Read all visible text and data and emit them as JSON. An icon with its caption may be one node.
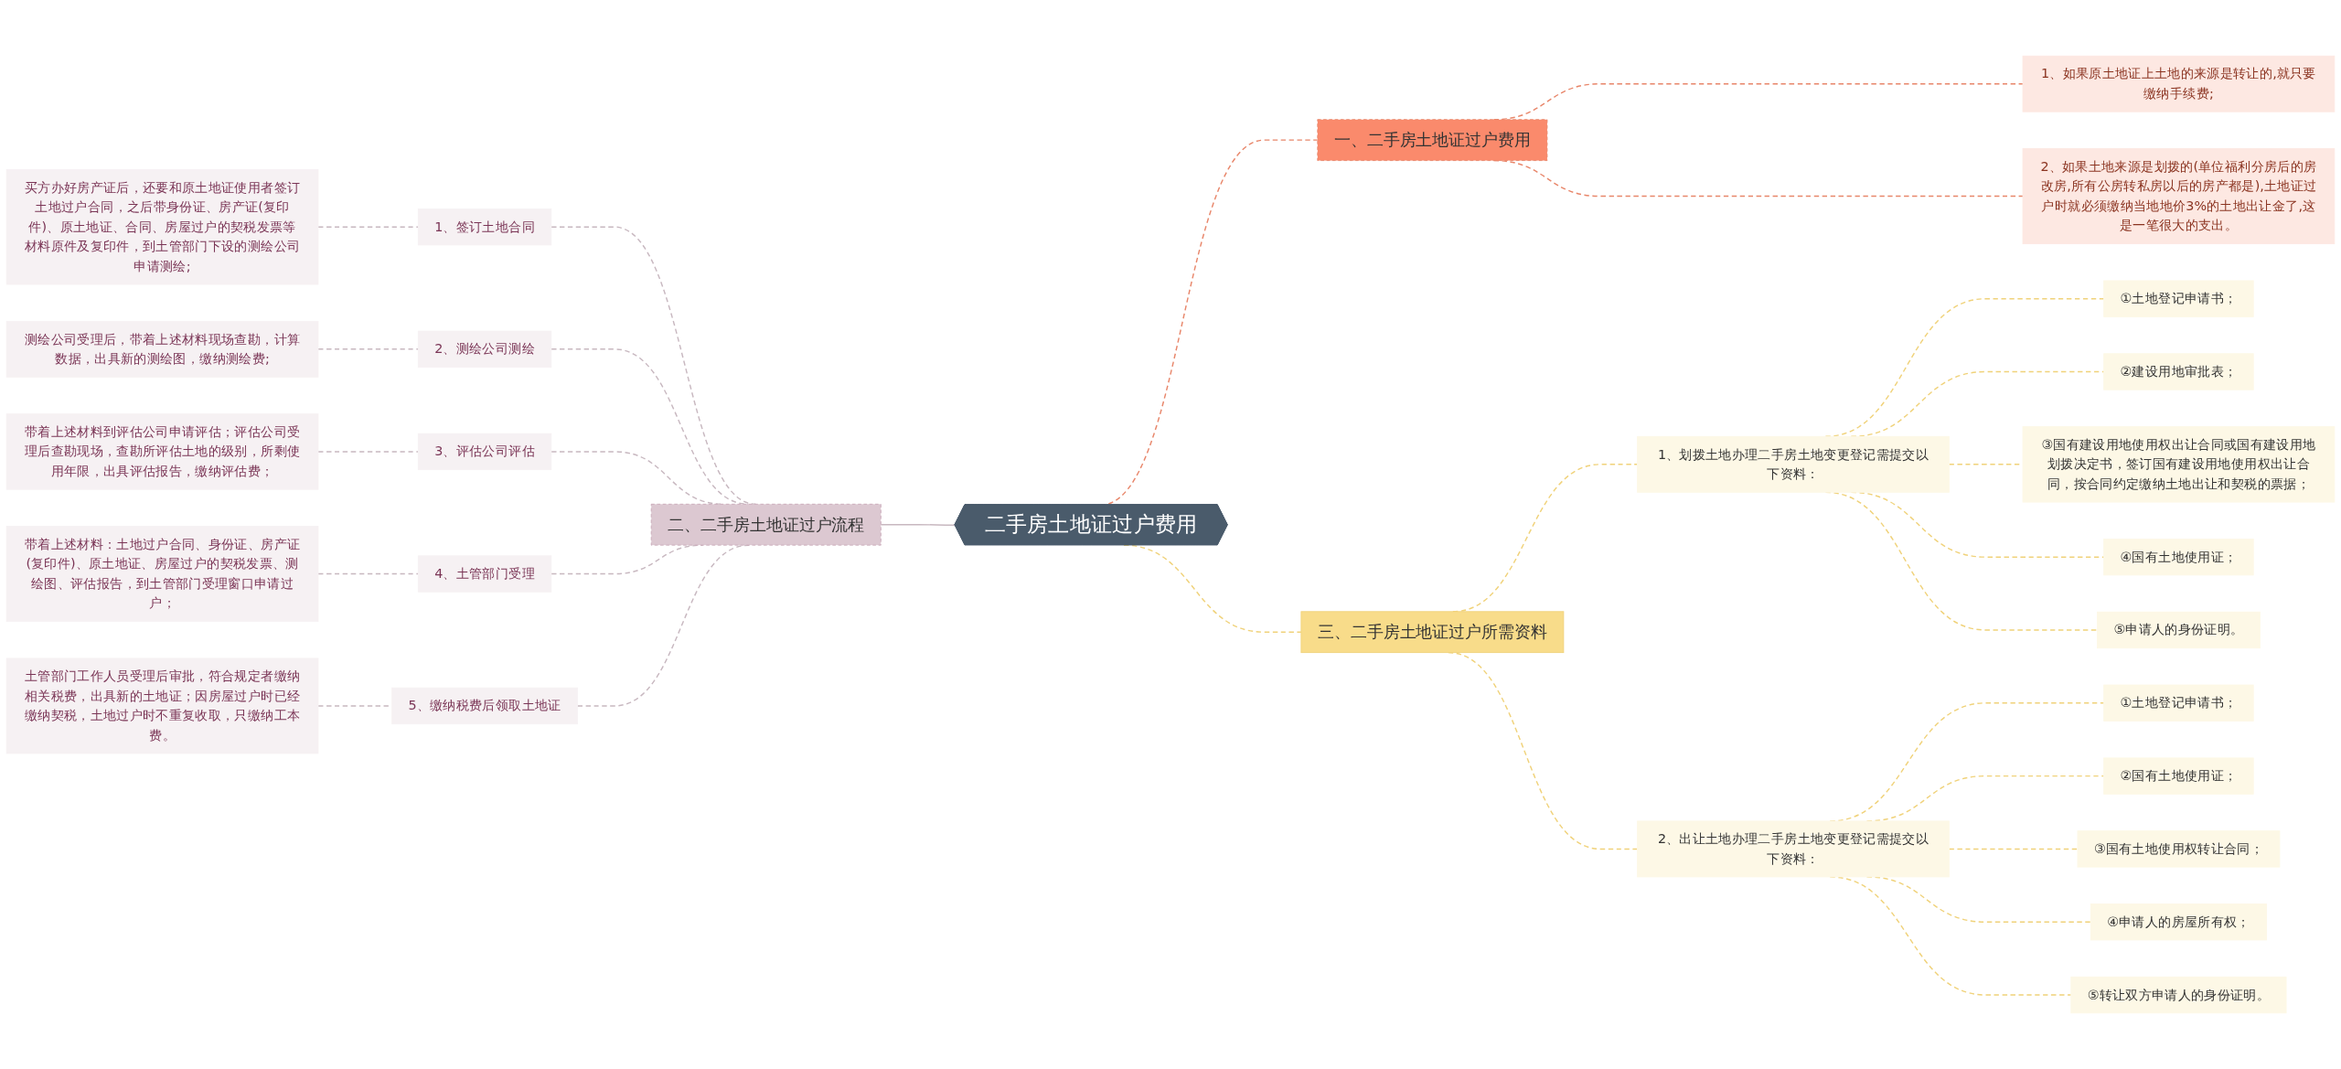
{
  "diagram": {
    "nodes": [
      {
        "text": [
          "二手房土地证过户费用"
        ]
      },
      {
        "text": [
          "一、二手房土地证过户费用"
        ]
      },
      {
        "text": [
          "1、如果原土地证上土地的来源是转让的,就只要缴纳手续费;"
        ]
      },
      {
        "text": [
          "2、如果土地来源是划拨的(单位福利分房后的房改房,所有公房转私房以后的房产都是),土地证过户时就必须缴纳当地地价3%的土地出让金了,这是一笔很大的支出。"
        ]
      },
      {
        "text": [
          "二、二手房土地证过户流程"
        ]
      },
      {
        "text": [
          "1、签订土地合同"
        ]
      },
      {
        "text": [
          "买方办好房产证后，还要和原土地证使用者签订土地过户合同，之后带身份证、房产证(复印件)、原土地证、合同、房屋过户的契税发票等材料原件及复印件，到土管部门下设的测绘公司申请测绘;"
        ]
      },
      {
        "text": [
          "2、测绘公司测绘"
        ]
      },
      {
        "text": [
          "测绘公司受理后，带着上述材料现场查勘，计算数据，出具新的测绘图，缴纳测绘费;"
        ]
      },
      {
        "text": [
          "3、评估公司评估"
        ]
      },
      {
        "text": [
          "带着上述材料到评估公司申请评估；评估公司受理后查勘现场，查勘所评估土地的级别，所剩使用年限，出具评估报告，缴纳评估费；"
        ]
      },
      {
        "text": [
          "4、土管部门受理"
        ]
      },
      {
        "text": [
          "带着上述材料：土地过户合同、身份证、房产证(复印件)、原土地证、房屋过户的契税发票、测绘图、评估报告，到土管部门受理窗口申请过户；"
        ]
      },
      {
        "text": [
          "5、缴纳税费后领取土地证"
        ]
      },
      {
        "text": [
          "土管部门工作人员受理后审批，符合规定者缴纳相关税费，出具新的土地证；因房屋过户时已经缴纳契税，土地过户时不重复收取，只缴纳工本费。"
        ]
      },
      {
        "text": [
          "三、二手房土地证过户所需资料"
        ]
      },
      {
        "text": [
          "1、划拨土地办理二手房土地变更登记需提交以下资料："
        ]
      },
      {
        "text": [
          "①土地登记申请书；"
        ]
      },
      {
        "text": [
          "②建设用地审批表；"
        ]
      },
      {
        "text": [
          "③国有建设用地使用权出让合同或国有建设用地划拨决定书，签订国有建设用地使用权出让合同，按合同约定缴纳土地出让和契税的票据；"
        ]
      },
      {
        "text": [
          "④国有土地使用证；"
        ]
      },
      {
        "text": [
          "⑤申请人的身份证明。"
        ]
      },
      {
        "text": [
          "2、出让土地办理二手房土地变更登记需提交以下资料："
        ]
      },
      {
        "text": [
          "①土地登记申请书；"
        ]
      },
      {
        "text": [
          "②国有土地使用证；"
        ]
      },
      {
        "text": [
          "③国有土地使用权转让合同；"
        ]
      },
      {
        "text": [
          "④申请人的房屋所有权；"
        ]
      },
      {
        "text": [
          "⑤转让双方申请人的身份证明。"
        ]
      }
    ],
    "edges": [
      {
        "from": 0,
        "to": 1,
        "arrow": "none",
        "style": "dashed",
        "color": "#e8866a"
      },
      {
        "from": 1,
        "to": 2,
        "arrow": "none",
        "style": "dashed",
        "color": "#e8866a"
      },
      {
        "from": 1,
        "to": 3,
        "arrow": "none",
        "style": "dashed",
        "color": "#e8866a"
      },
      {
        "from": 0,
        "to": 4,
        "arrow": "none",
        "color": "#c8b8c0"
      },
      {
        "from": 4,
        "to": 5,
        "arrow": "none",
        "style": "dashed",
        "color": "#c8b8c0"
      },
      {
        "from": 5,
        "to": 6,
        "arrow": "none",
        "style": "dashed",
        "color": "#c8b8c0"
      },
      {
        "from": 4,
        "to": 7,
        "arrow": "none",
        "style": "dashed",
        "color": "#c8b8c0"
      },
      {
        "from": 7,
        "to": 8,
        "arrow": "none",
        "style": "dashed",
        "color": "#c8b8c0"
      },
      {
        "from": 4,
        "to": 9,
        "arrow": "none",
        "style": "dashed",
        "color": "#c8b8c0"
      },
      {
        "from": 9,
        "to": 10,
        "arrow": "none",
        "style": "dashed",
        "color": "#c8b8c0"
      },
      {
        "from": 4,
        "to": 11,
        "arrow": "none",
        "style": "dashed",
        "color": "#c8b8c0"
      },
      {
        "from": 11,
        "to": 12,
        "arrow": "none",
        "style": "dashed",
        "color": "#c8b8c0"
      },
      {
        "from": 4,
        "to": 13,
        "arrow": "none",
        "style": "dashed",
        "color": "#c8b8c0"
      },
      {
        "from": 13,
        "to": 14,
        "arrow": "none",
        "style": "dashed",
        "color": "#c8b8c0"
      },
      {
        "from": 0,
        "to": 15,
        "arrow": "none",
        "style": "dashed",
        "color": "#f0d27a"
      },
      {
        "from": 15,
        "to": 16,
        "arrow": "none",
        "style": "dashed",
        "color": "#f0d27a"
      },
      {
        "from": 16,
        "to": 17,
        "arrow": "none",
        "style": "dashed",
        "color": "#f0d27a"
      },
      {
        "from": 16,
        "to": 18,
        "arrow": "none",
        "style": "dashed",
        "color": "#f0d27a"
      },
      {
        "from": 16,
        "to": 19,
        "arrow": "none",
        "style": "dashed",
        "color": "#f0d27a"
      },
      {
        "from": 16,
        "to": 20,
        "arrow": "none",
        "style": "dashed",
        "color": "#f0d27a"
      },
      {
        "from": 16,
        "to": 21,
        "arrow": "none",
        "style": "dashed",
        "color": "#f0d27a"
      },
      {
        "from": 15,
        "to": 22,
        "arrow": "none",
        "style": "dashed",
        "color": "#f0d27a"
      },
      {
        "from": 22,
        "to": 23,
        "arrow": "none",
        "style": "dashed",
        "color": "#f0d27a"
      },
      {
        "from": 22,
        "to": 24,
        "arrow": "none",
        "style": "dashed",
        "color": "#f0d27a"
      },
      {
        "from": 22,
        "to": 25,
        "arrow": "none",
        "style": "dashed",
        "color": "#f0d27a"
      },
      {
        "from": 22,
        "to": 26,
        "arrow": "none",
        "style": "dashed",
        "color": "#f0d27a"
      },
      {
        "from": 22,
        "to": 27,
        "arrow": "none",
        "style": "dashed",
        "color": "#f0d27a"
      }
    ]
  }
}
